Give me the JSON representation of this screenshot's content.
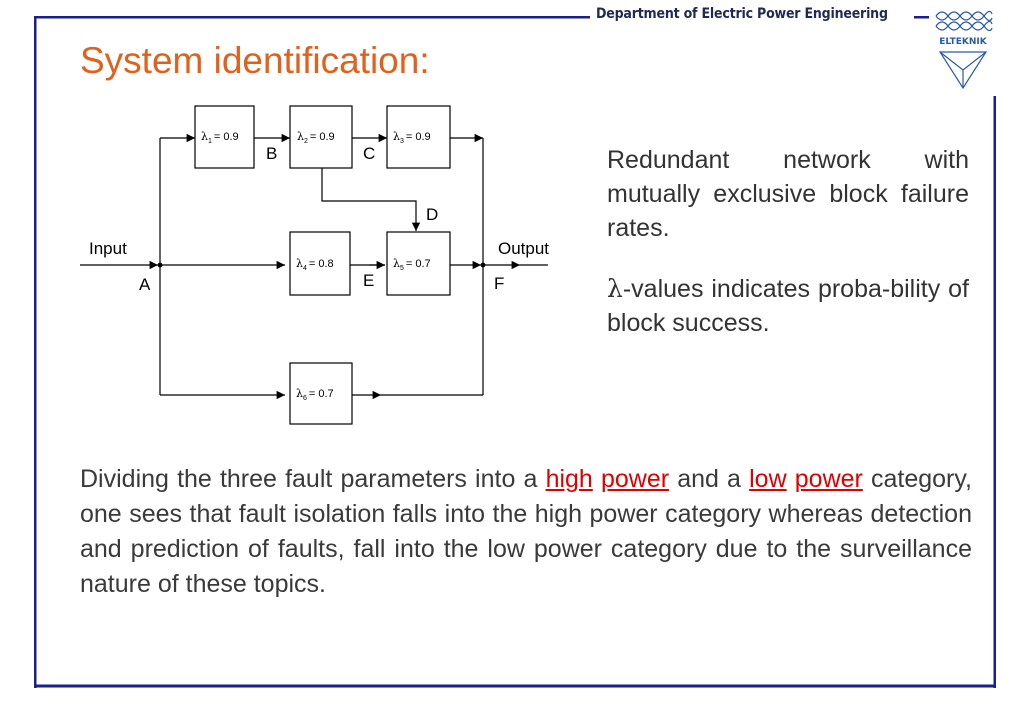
{
  "header": {
    "department": "Department of Electric Power Engineering",
    "logo_text": "ELTEKNIK"
  },
  "title": "System identification:",
  "diagram": {
    "input_label": "Input",
    "output_label": "Output",
    "nodes": {
      "A": "A",
      "B": "B",
      "C": "C",
      "D": "D",
      "E": "E",
      "F": "F"
    },
    "blocks": [
      {
        "id": "1",
        "symbol": "λ",
        "sub": "1",
        "value": "= 0.9"
      },
      {
        "id": "2",
        "symbol": "λ",
        "sub": "2",
        "value": "= 0.9"
      },
      {
        "id": "3",
        "symbol": "λ",
        "sub": "3",
        "value": "= 0.9"
      },
      {
        "id": "4",
        "symbol": "λ",
        "sub": "4",
        "value": "= 0.8"
      },
      {
        "id": "5",
        "symbol": "λ",
        "sub": "5",
        "value": "= 0.7"
      },
      {
        "id": "6",
        "symbol": "λ",
        "sub": "6",
        "value": "= 0.7"
      }
    ]
  },
  "side_text": {
    "para1": "Redundant network with mutually exclusive block failure rates.",
    "para2_symbol": "λ",
    "para2_rest": "-values indicates proba-bility of block success."
  },
  "body": {
    "t1": "Dividing the three fault parameters into a ",
    "high": "high",
    "space": " ",
    "power1": "power",
    "t2": " and a ",
    "low": "low",
    "power2": "power",
    "t3": " category, one sees that fault isolation falls into the high power category whereas detection and prediction of faults, fall into the low power category due to the surveillance nature of these topics."
  },
  "colors": {
    "frame": "#1a1f8c",
    "title": "#e1601c",
    "highlight": "#e00000",
    "header_text": "#1f2a55"
  }
}
